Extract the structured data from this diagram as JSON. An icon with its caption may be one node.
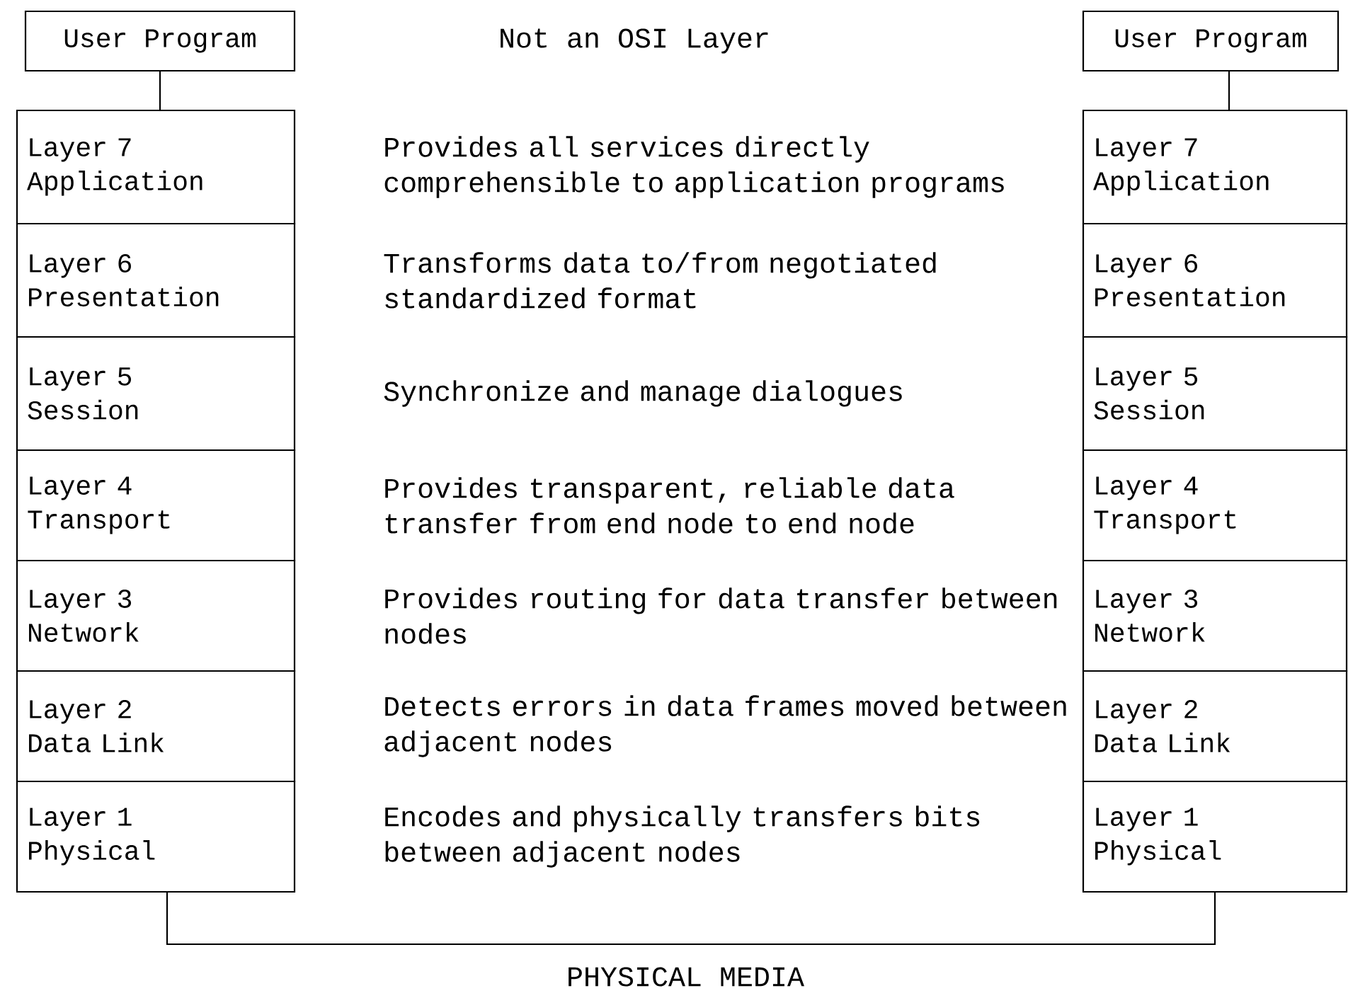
{
  "diagram": {
    "nodes": [
      {
        "text": [
          "User Program"
        ]
      },
      {
        "text": [
          "Layer 7",
          "Application"
        ]
      },
      {
        "text": [
          "Layer 6",
          "Presentation"
        ]
      },
      {
        "text": [
          "Layer 5",
          "Session"
        ]
      },
      {
        "text": [
          "Layer 4",
          "Transport"
        ]
      },
      {
        "text": [
          "Layer 3",
          "Network"
        ]
      },
      {
        "text": [
          "Layer 2",
          "Data Link"
        ]
      },
      {
        "text": [
          "Layer 1",
          "Physical"
        ]
      },
      {
        "text": [
          "User Program"
        ]
      },
      {
        "text": [
          "Layer 7",
          "Application"
        ]
      },
      {
        "text": [
          "Layer 6",
          "Presentation"
        ]
      },
      {
        "text": [
          "Layer 5",
          "Session"
        ]
      },
      {
        "text": [
          "Layer 4",
          "Transport"
        ]
      },
      {
        "text": [
          "Layer 3",
          "Network"
        ]
      },
      {
        "text": [
          "Layer 2",
          "Data Link"
        ]
      },
      {
        "text": [
          "Layer 1",
          "Physical"
        ]
      }
    ],
    "edges": [
      {
        "from": 0,
        "to": 1,
        "arrow": "none"
      },
      {
        "from": 8,
        "to": 9,
        "arrow": "none"
      },
      {
        "from": 7,
        "to": 15,
        "arrow": "none"
      }
    ],
    "labels": [
      "Not an OSI Layer",
      "Provides all services directly comprehensible to application programs",
      "Transforms data to/from negotiated standardized format",
      "Synchronize and manage dialogues",
      "Provides transparent, reliable data transfer from end node to end node",
      "Provides routing for data transfer between nodes",
      "Detects errors in data frames moved between adjacent nodes",
      "Encodes and physically transfers bits between adjacent nodes",
      "PHYSICAL MEDIA"
    ]
  }
}
